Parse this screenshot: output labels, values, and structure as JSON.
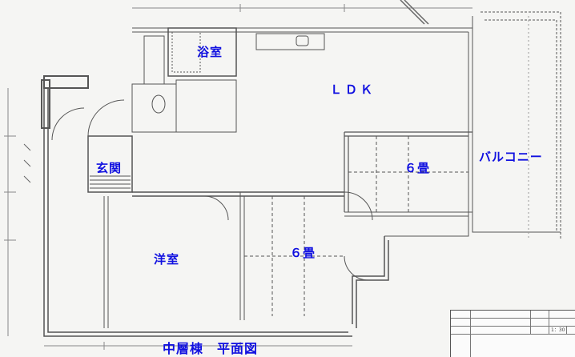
{
  "title": "中層棟　平面図",
  "rooms": {
    "bath": "浴室",
    "ldk": "ＬＤＫ",
    "entrance": "玄関",
    "tatami_upper": "６畳",
    "balcony": "バルコニー",
    "western_room": "洋室",
    "tatami_lower": "６畳"
  },
  "title_block": {
    "scale": "1：30"
  },
  "colors": {
    "label": "#1010e0",
    "line": "#555555"
  }
}
